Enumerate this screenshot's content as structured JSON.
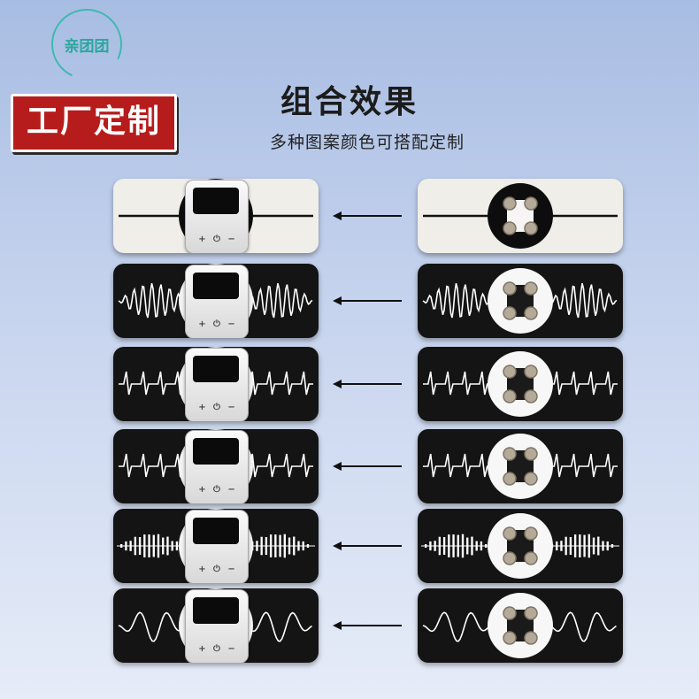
{
  "logo": {
    "text": "亲团团",
    "accent": "#3fb9b0"
  },
  "badge": {
    "text": "工厂定制",
    "color": "#b71c1c"
  },
  "title": "组合效果",
  "subtitle": "多种图案颜色可搭配定制",
  "device": {
    "plus": "+",
    "power": "⏻",
    "minus": "−"
  },
  "rows": [
    {
      "pattern": "line",
      "theme": "light"
    },
    {
      "pattern": "vibration",
      "theme": "dark"
    },
    {
      "pattern": "heartbeat",
      "theme": "dark"
    },
    {
      "pattern": "heartbeat",
      "theme": "dark"
    },
    {
      "pattern": "soundbars",
      "theme": "dark"
    },
    {
      "pattern": "sinewave",
      "theme": "dark"
    }
  ],
  "icons": [
    "arrow-left-icon",
    "electrode-snap-icon",
    "power-icon"
  ]
}
